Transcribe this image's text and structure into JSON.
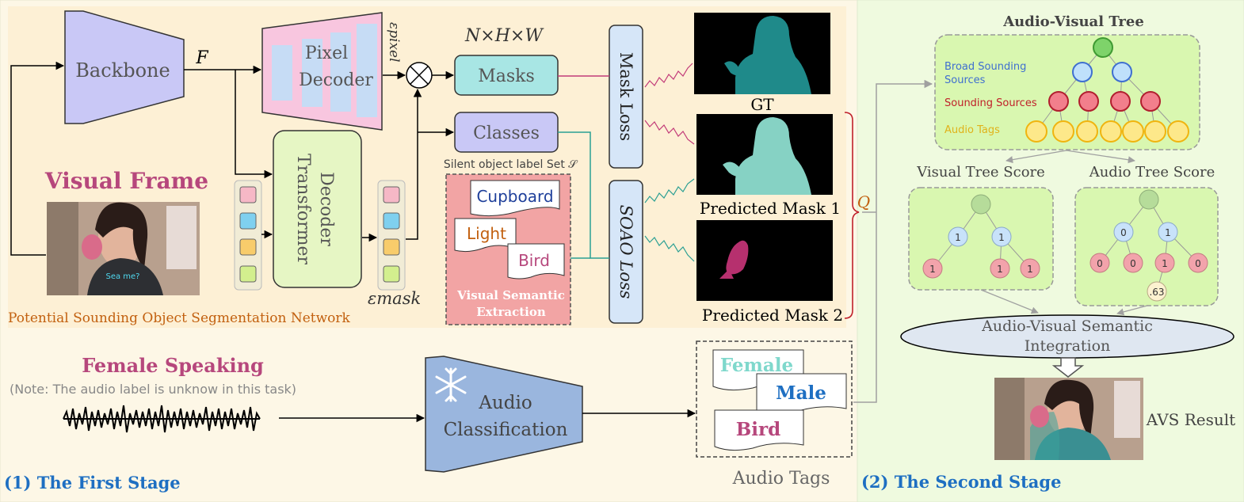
{
  "stage1": {
    "label": "(1) The First Stage",
    "network_label": "Potential Sounding Object Segmentation Network",
    "backbone": "Backbone",
    "feature_symbol": "F",
    "pixel_decoder": [
      "Pixel",
      "Decoder"
    ],
    "epsilon_pixel": "εpixel",
    "transformer_decoder": [
      "Transformer",
      "Decoder"
    ],
    "epsilon_mask": "εmask",
    "nhw": "N×H×W",
    "masks": "Masks",
    "classes": "Classes",
    "silent_set_label": "Silent object label Set 𝒮",
    "silent_labels": [
      "Cupboard",
      "Light",
      "Bird"
    ],
    "visual_semantic_extraction": [
      "Visual Semantic",
      "Extraction"
    ],
    "mask_loss": "Mask Loss",
    "soao_loss": "SOAO Loss",
    "gt": "GT",
    "predicted_mask_1": "Predicted Mask 1",
    "predicted_mask_2": "Predicted Mask 2",
    "q": "Q",
    "visual_frame": "Visual Frame",
    "frame_caption": "Sea me?",
    "female_speaking": "Female Speaking",
    "audio_note": "(Note: The audio label is unknow in this task)",
    "audio_classification": [
      "Audio",
      "Classification"
    ],
    "audio_tags_words": [
      "Female",
      "Male",
      "Bird"
    ],
    "audio_tags_label": "Audio Tags"
  },
  "stage2": {
    "label": "(2) The  Second Stage",
    "tree_title": "Audio-Visual Tree",
    "legend": [
      "Broad Sounding",
      "Sources",
      "Sounding Sources",
      "Audio Tags"
    ],
    "visual_tree_score": "Visual Tree Score",
    "audio_tree_score": "Audio Tree Score",
    "visual_tree_values": {
      "level1": [
        "1",
        "1"
      ],
      "level2": [
        "1",
        "1",
        "1"
      ]
    },
    "audio_tree_values": {
      "level1": [
        "0",
        "1"
      ],
      "level2": [
        "0",
        "0",
        "1",
        "0"
      ],
      "leaf": ".63"
    },
    "integration": [
      "Audio-Visual Semantic",
      "Integration"
    ],
    "avs_result": "AVS Result"
  },
  "colors": {
    "stage1_bg": "#fdf0d5",
    "stage1_outer": "#fdf7e6",
    "stage2_bg": "#effadf",
    "green_node": "#b6dc9a",
    "blue_node": "#bfe0fb",
    "red_node": "#f2a3ab",
    "yellow_node": "#fde88a",
    "blue_text": "#1e6fc2",
    "pink_text": "#b6477c",
    "orange_text": "#c2600f"
  }
}
